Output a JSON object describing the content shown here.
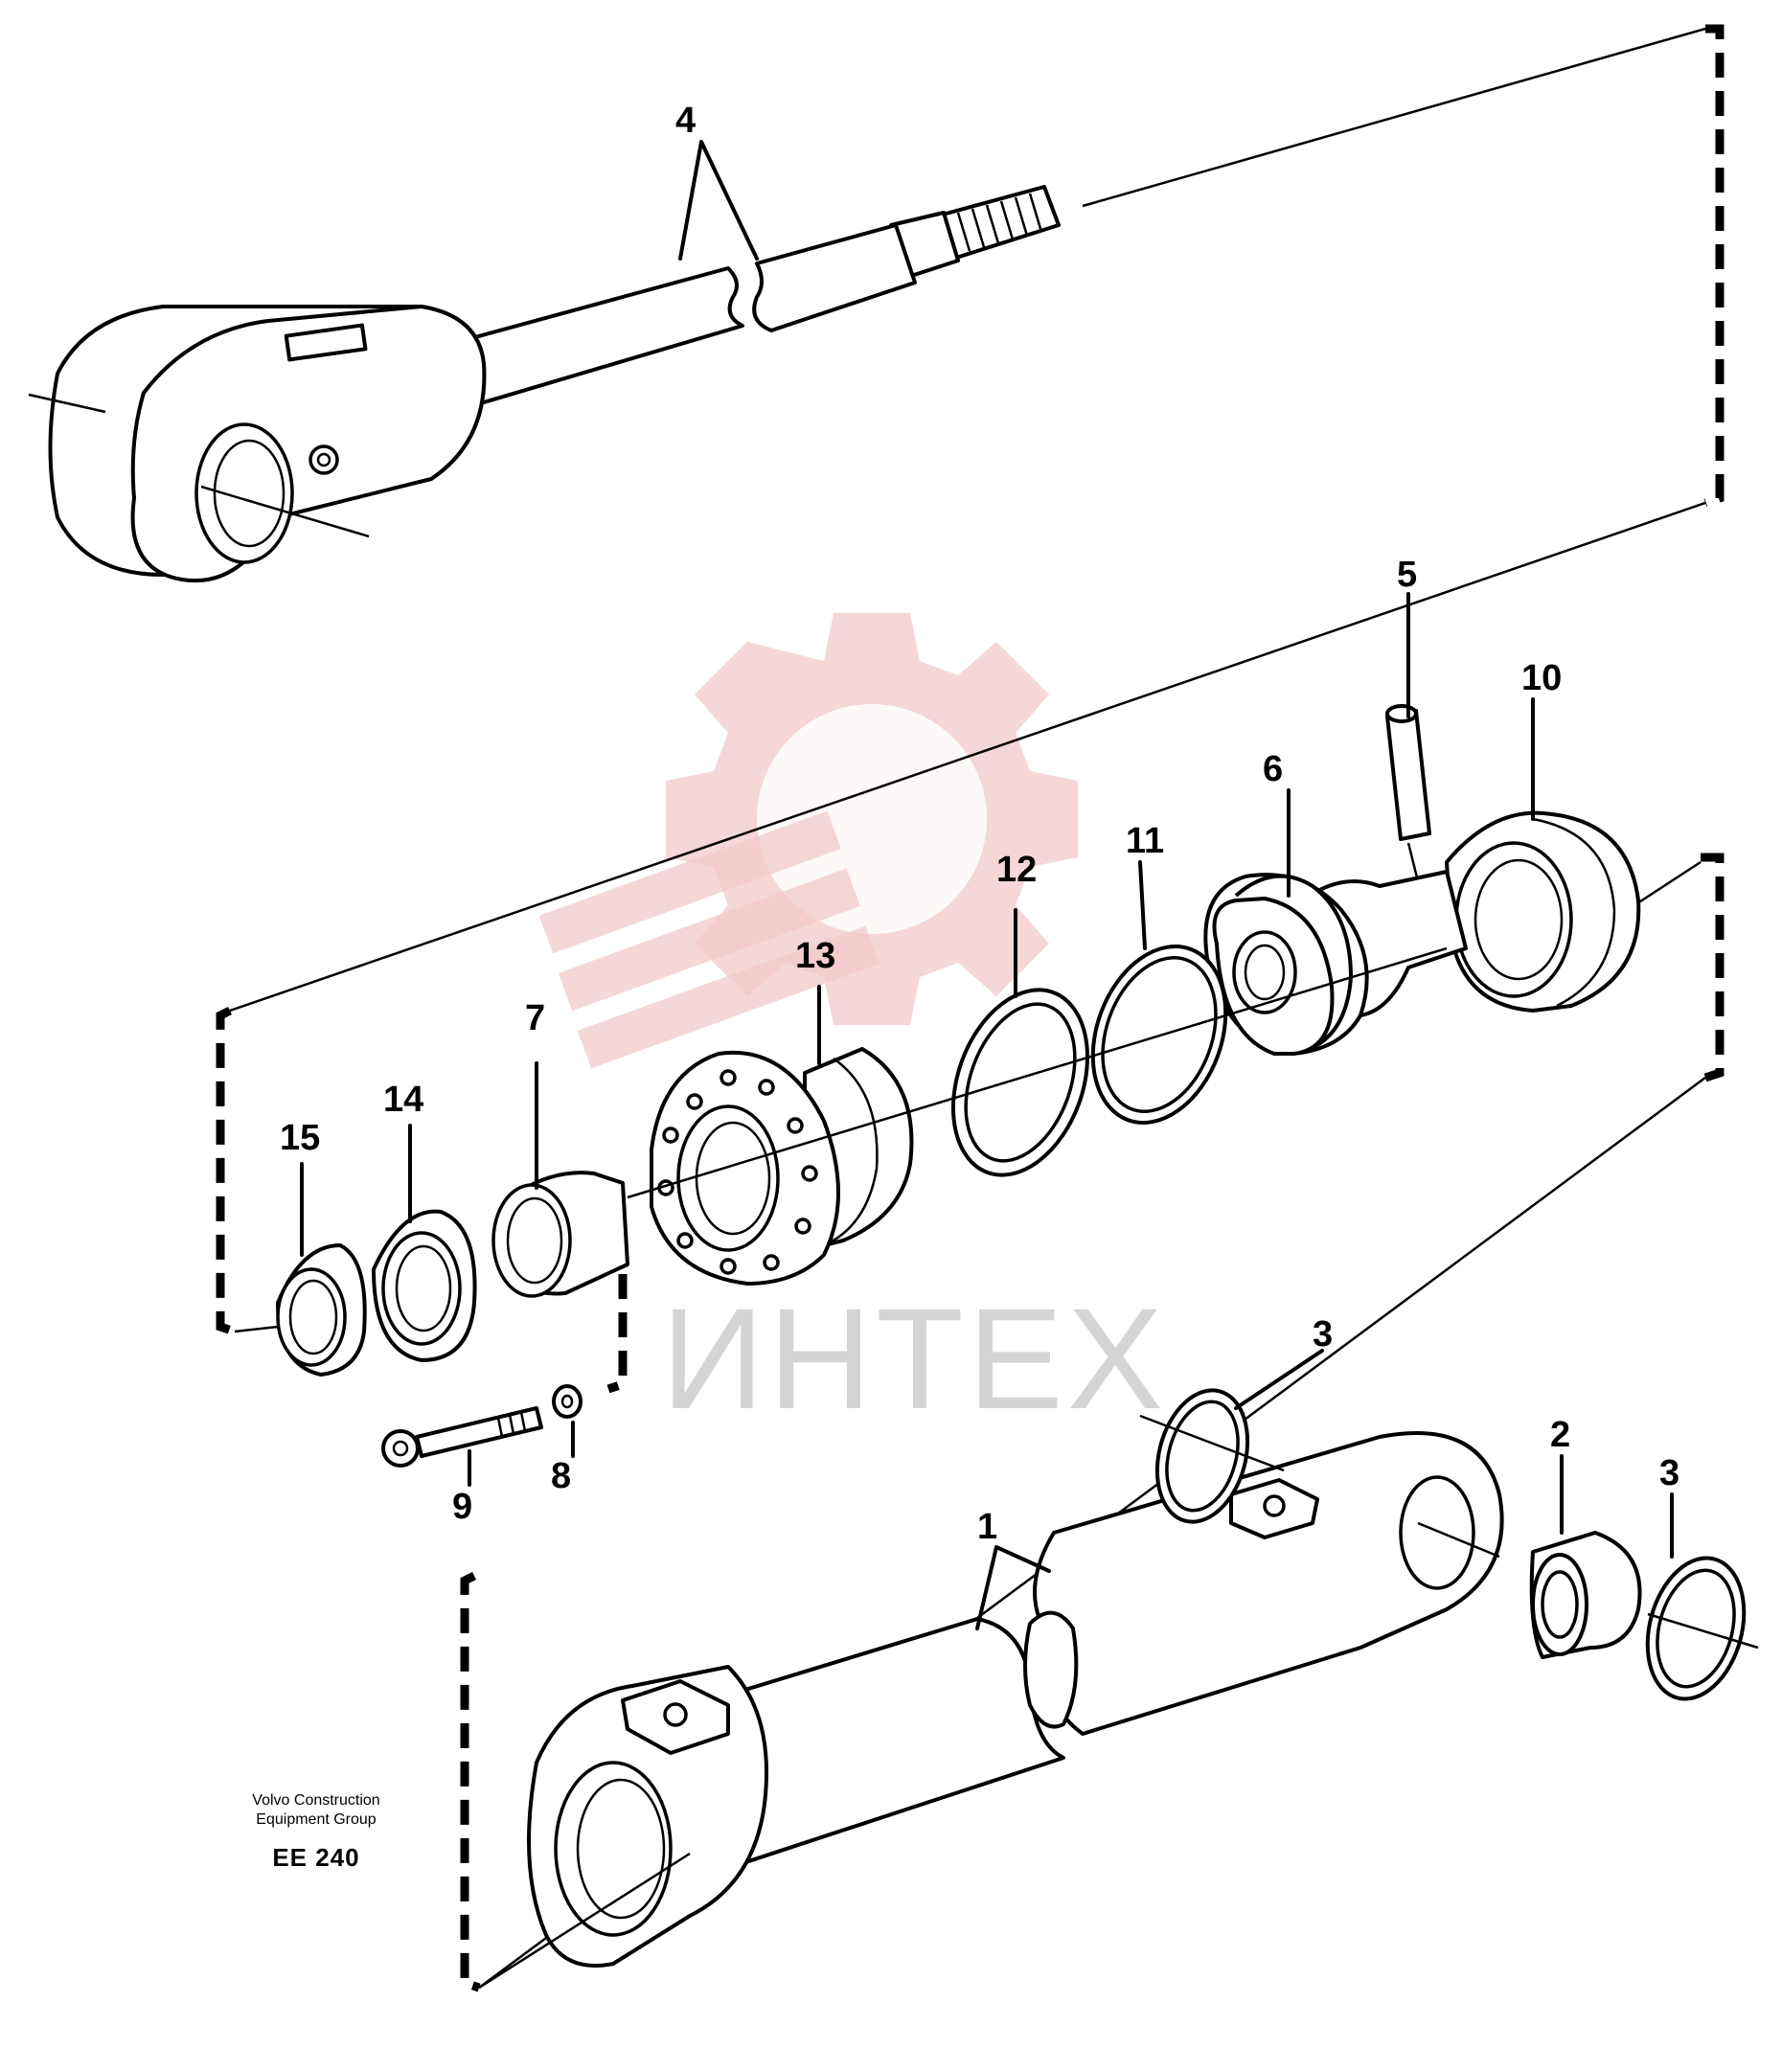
{
  "watermark": {
    "text": "ИНТЕХ",
    "color": "#e8a0a0"
  },
  "caption": {
    "line1": "Volvo Construction",
    "line2": "Equipment Group",
    "code": "EE 240"
  },
  "callouts": [
    "1",
    "2",
    "3",
    "3",
    "4",
    "5",
    "6",
    "7",
    "8",
    "9",
    "10",
    "11",
    "12",
    "13",
    "14",
    "15"
  ]
}
